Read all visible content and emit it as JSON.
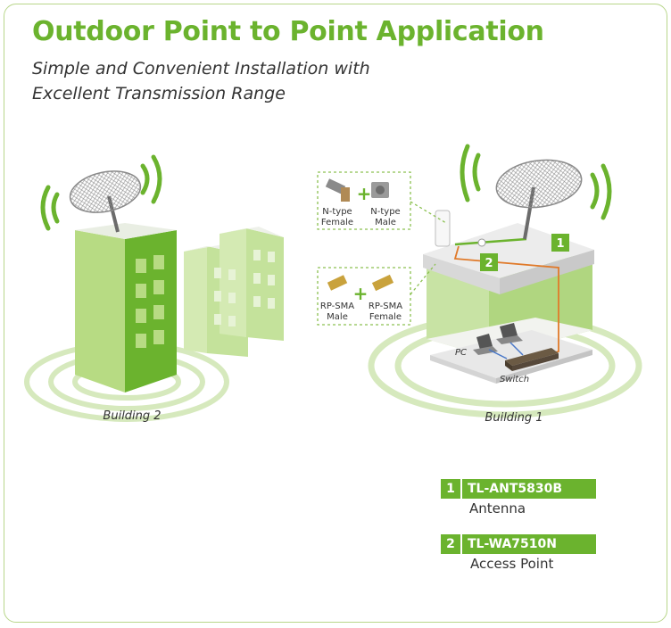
{
  "title": "Outdoor Point to Point Application",
  "subtitle_line1": "Simple and Convenient Installation with",
  "subtitle_line2": "Excellent Transmission Range",
  "buildings": {
    "building2": "Building 2",
    "building1": "Building 1"
  },
  "connectors_top": {
    "left": [
      "N-type",
      "Female"
    ],
    "right": [
      "N-type",
      "Male"
    ]
  },
  "connectors_bottom": {
    "left": [
      "RP-SMA",
      "Male"
    ],
    "right": [
      "RP-SMA",
      "Female"
    ]
  },
  "plus_sign": "+",
  "device_labels": {
    "pc": "PC",
    "switch": "Switch"
  },
  "markers": {
    "one": "1",
    "two": "2"
  },
  "legend": [
    {
      "num": "1",
      "code": "TL-ANT5830B",
      "desc": "Antenna"
    },
    {
      "num": "2",
      "code": "TL-WA7510N",
      "desc": "Access Point"
    }
  ],
  "colors": {
    "brand_green": "#6bb32e",
    "light_green": "#a8d46a",
    "cable_orange": "#e07a2a"
  }
}
